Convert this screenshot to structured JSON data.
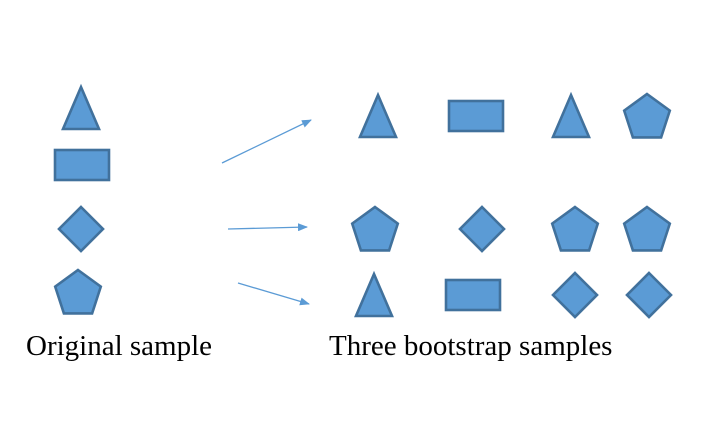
{
  "labels": {
    "original": "Original sample",
    "bootstrap": "Three bootstrap samples"
  },
  "colors": {
    "fill": "#5B9BD5",
    "stroke": "#41719C",
    "arrow": "#5B9BD5",
    "text": "#000000"
  },
  "original_sample": [
    "triangle",
    "rectangle",
    "diamond",
    "pentagon"
  ],
  "bootstrap_samples": [
    [
      "triangle",
      "rectangle",
      "triangle",
      "pentagon"
    ],
    [
      "pentagon",
      "diamond",
      "pentagon",
      "pentagon"
    ],
    [
      "triangle",
      "rectangle",
      "diamond",
      "diamond"
    ]
  ]
}
